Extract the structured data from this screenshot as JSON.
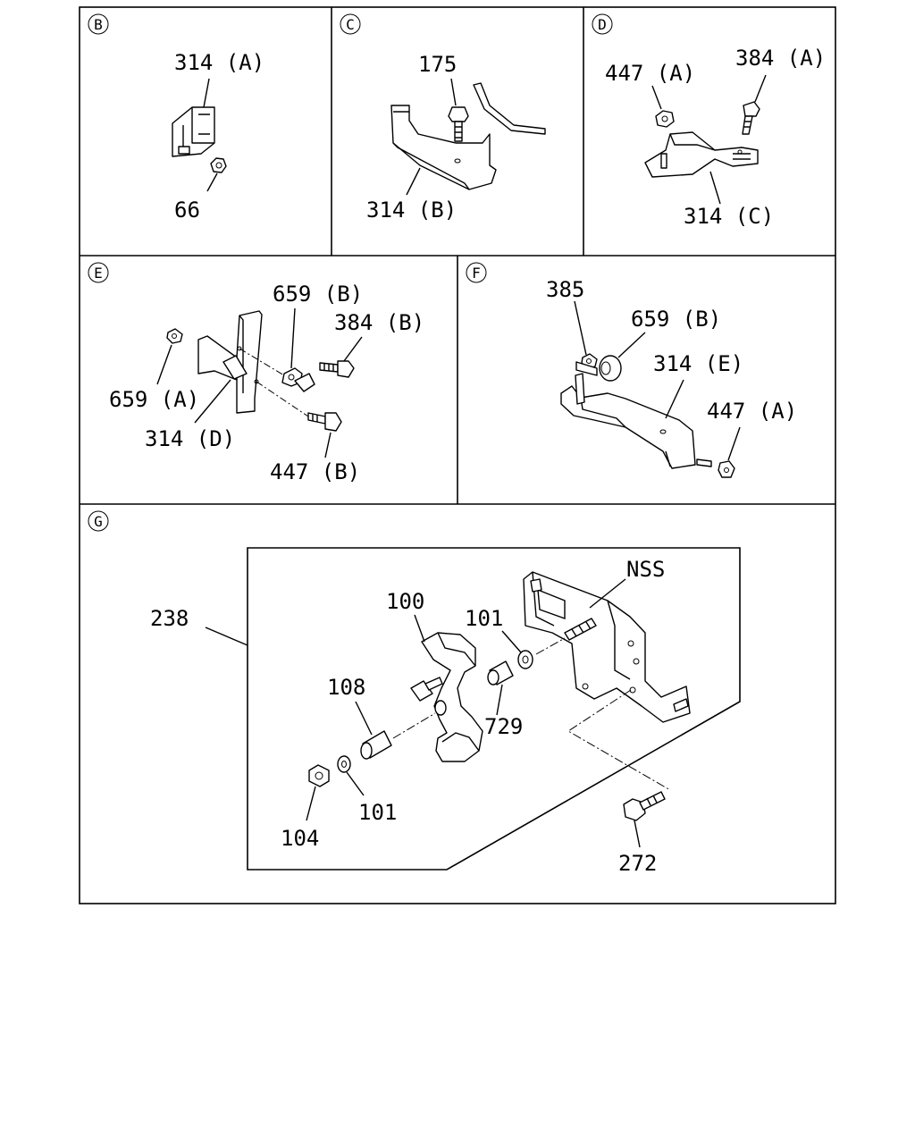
{
  "panels": {
    "B": {
      "letter": "B",
      "labels": {
        "bracket": "314 (A)",
        "nut": "66"
      }
    },
    "C": {
      "letter": "C",
      "labels": {
        "bolt": "175",
        "bracket": "314 (B)"
      }
    },
    "D": {
      "letter": "D",
      "labels": {
        "nut": "447 (A)",
        "bolt": "384 (A)",
        "bracket": "314 (C)"
      }
    },
    "E": {
      "letter": "E",
      "labels": {
        "clip": "659 (B)",
        "bolt_top": "384 (B)",
        "nut": "659 (A)",
        "bracket": "314 (D)",
        "bolt_bottom": "447 (B)"
      }
    },
    "F": {
      "letter": "F",
      "labels": {
        "nut_top": "385",
        "clip": "659 (B)",
        "bracket": "314 (E)",
        "nut_right": "447 (A)"
      }
    },
    "G": {
      "letter": "G",
      "labels": {
        "assembly": "238",
        "lever": "100",
        "washer_top": "101",
        "nss": "NSS",
        "bushing_left": "108",
        "bushing_right": "729",
        "nut": "104",
        "washer_bottom": "101",
        "bolt": "272"
      }
    }
  }
}
